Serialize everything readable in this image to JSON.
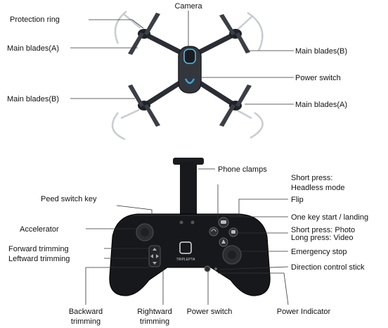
{
  "drone": {
    "camera": "Camera",
    "protection_ring": "Protection ring",
    "main_blades_a_top": "Main blades(A)",
    "main_blades_b_top": "Main blades(B)",
    "power_switch": "Power switch",
    "main_blades_b_bottom": "Main blades(B)",
    "main_blades_a_bottom": "Main blades(A)"
  },
  "controller": {
    "phone_clamps": "Phone clamps",
    "short_press_line1": "Short press:",
    "short_press_line2": "Headless mode",
    "peed_switch_key": "Peed switch key",
    "flip": "Flip",
    "accelerator": "Accelerator",
    "one_key": "One key start / landing",
    "short_press_photo": "Short press: Photo",
    "long_press_video": "Long press: Video",
    "forward_trimming": "Forward trimming",
    "leftward_trimming": "Leftward trimming",
    "emergency_stop": "Emergency stop",
    "direction_control_stick": "Direction control stick",
    "backward_line1": "Backward",
    "backward_line2": "trimming",
    "rightward_line1": "Rightward",
    "rightward_line2": "trimming",
    "power_switch": "Power switch",
    "power_indicator": "Power Indicator",
    "brand": "TRIPLEPTA"
  },
  "icons": [
    "gamepad-icon",
    "flip-icon",
    "camera-icon",
    "takeoff-icon",
    "power-icon"
  ]
}
